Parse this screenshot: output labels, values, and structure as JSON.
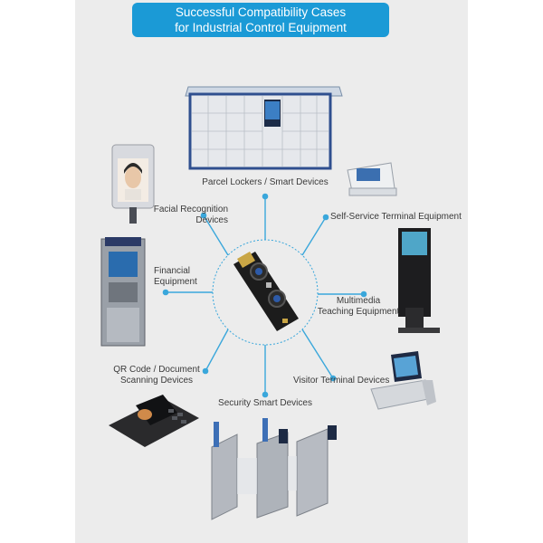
{
  "title": {
    "line1": "Successful Compatibility Cases",
    "line2": "for Industrial Control Equipment"
  },
  "cases": [
    {
      "label": "Parcel Lockers / Smart Devices"
    },
    {
      "label": "Self-Service Terminal Equipment"
    },
    {
      "line1": "Multimedia",
      "line2": "Teaching Equipment"
    },
    {
      "label": "Visitor Terminal Devices"
    },
    {
      "label": "Security Smart Devices"
    },
    {
      "line1": "QR Code / Document",
      "line2": "Scanning Devices"
    },
    {
      "line1": "Financial",
      "line2": "Equipment"
    },
    {
      "line1": "Facial Recognition",
      "line2": "Devices"
    }
  ],
  "colors": {
    "accent": "#1b9ad6",
    "connector": "#3aa7db",
    "panel": "#ececec"
  }
}
